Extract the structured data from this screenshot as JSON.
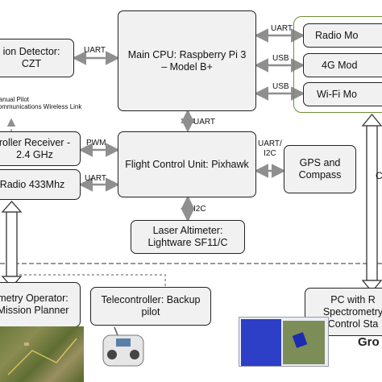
{
  "boxes": {
    "main_cpu": "Main CPU: Raspberry Pi 3\n– Model B+",
    "radiation_detector": "ion Detector:\nCZT",
    "radio_module": "Radio Mo",
    "module_4g": "4G Mod",
    "wifi_module": "Wi-Fi Mo",
    "controller_receiver": "roller Receiver -\n2.4 GHz",
    "telemetry_radio": "Radio 433Mhz",
    "flight_control": "Flight Control Unit: Pixhawk",
    "gps": "GPS and\nCompass",
    "laser": "Laser Altimeter:\nLightware SF11/C",
    "telemetry_operator": "metry Operator:\nMission Planner",
    "telecontroller": "Telecontroller: Backup\npilot",
    "pc_station": "PC with R\nSpectrometry\nControl Sta"
  },
  "labels": {
    "uart_detector": "UART",
    "uart_radio": "UART",
    "usb_4g": "USB",
    "usb_wifi": "USB",
    "uart_fcu": "UART",
    "pwm": "PWM",
    "uart_telemetry": "UART",
    "uart_i2c": "UART/\nI2C",
    "i2c_laser": "I2C",
    "manual_pilot": "Manual Pilot\nCommunications Wireless Link",
    "right_side": "C",
    "ground": "Gro"
  }
}
